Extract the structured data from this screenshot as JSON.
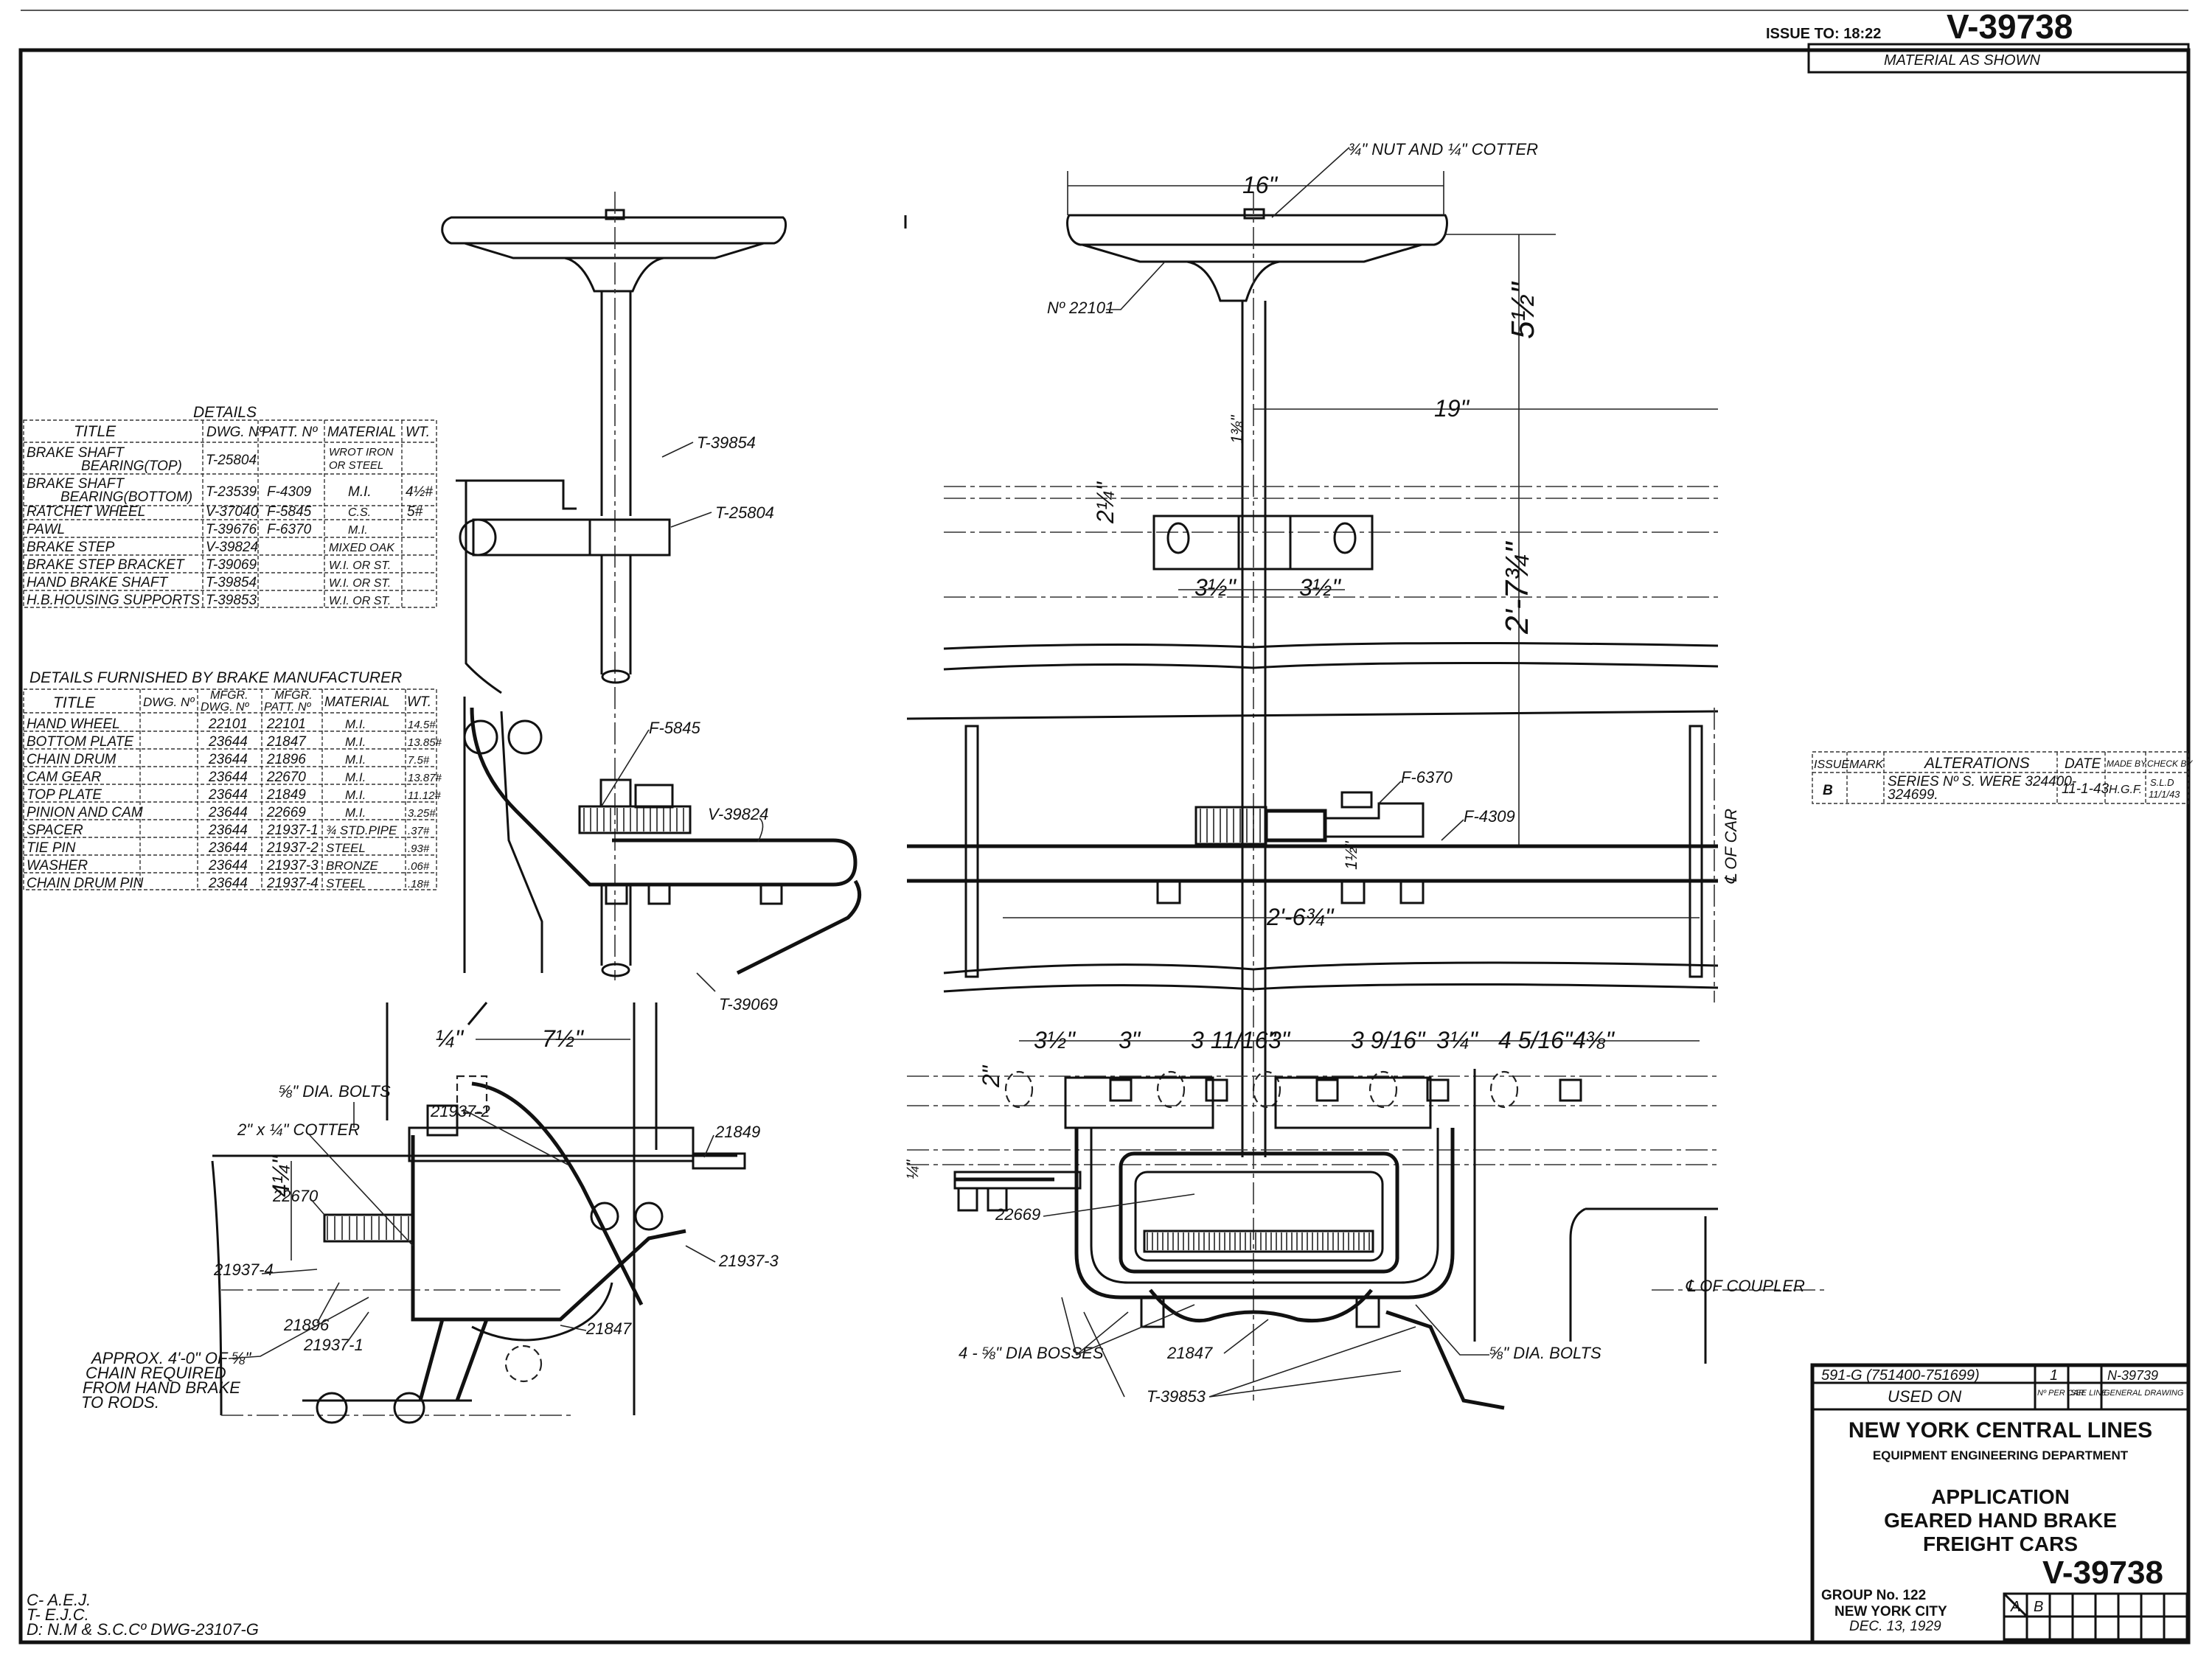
{
  "header": {
    "issue_to": "ISSUE TO: 18:22",
    "drawing_number": "V-39738",
    "material_note": "MATERIAL AS SHOWN"
  },
  "details_table": {
    "caption": "DETAILS",
    "columns": [
      "TITLE",
      "DWG. Nº",
      "PATT. Nº",
      "MATERIAL",
      "WT."
    ],
    "rows": [
      {
        "title": "BRAKE SHAFT BEARING(TOP)",
        "title_l1": "BRAKE SHAFT",
        "title_l2": "BEARING(TOP)",
        "dwg": "T-25804",
        "patt": "",
        "material": "WROT IRON OR STEEL",
        "material_l1": "WROT IRON",
        "material_l2": "OR STEEL",
        "wt": ""
      },
      {
        "title": "BRAKE SHAFT BEARING(BOTTOM)",
        "title_l1": "BRAKE SHAFT",
        "title_l2": "BEARING(BOTTOM)",
        "dwg": "T-23539",
        "patt": "F-4309",
        "material": "M.I.",
        "wt": "4½#"
      },
      {
        "title": "RATCHET WHEEL",
        "dwg": "V-37040",
        "patt": "F-5845",
        "material": "C.S.",
        "wt": "5#"
      },
      {
        "title": "PAWL",
        "dwg": "T-39676",
        "patt": "F-6370",
        "material": "M.I.",
        "wt": ""
      },
      {
        "title": "BRAKE STEP",
        "dwg": "V-39824",
        "patt": "",
        "material": "MIXED OAK",
        "wt": ""
      },
      {
        "title": "BRAKE STEP BRACKET",
        "dwg": "T-39069",
        "patt": "",
        "material": "W.I. OR ST.",
        "wt": ""
      },
      {
        "title": "HAND BRAKE SHAFT",
        "dwg": "T-39854",
        "patt": "",
        "material": "W.I. OR ST.",
        "wt": ""
      },
      {
        "title": "H.B.HOUSING SUPPORTS",
        "dwg": "T-39853",
        "patt": "",
        "material": "W.I. OR ST.",
        "wt": ""
      }
    ]
  },
  "manufacturer_table": {
    "caption": "DETAILS FURNISHED BY BRAKE MANUFACTURER",
    "columns": [
      "TITLE",
      "DWG. Nº",
      "MFGR. DWG. Nº",
      "MFGR. PATT. Nº",
      "MATERIAL",
      "WT."
    ],
    "col_mfgr_l1": "MFGR.",
    "col_dwg_l2": "DWG. Nº",
    "col_patt_l2": "PATT. Nº",
    "rows": [
      {
        "title": "HAND WHEEL",
        "dwg": "",
        "mfgr_dwg": "22101",
        "mfgr_patt": "22101",
        "material": "M.I.",
        "wt": "14.5#"
      },
      {
        "title": "BOTTOM PLATE",
        "dwg": "",
        "mfgr_dwg": "23644",
        "mfgr_patt": "21847",
        "material": "M.I.",
        "wt": "13.85#"
      },
      {
        "title": "CHAIN DRUM",
        "dwg": "",
        "mfgr_dwg": "23644",
        "mfgr_patt": "21896",
        "material": "M.I.",
        "wt": "7.5#"
      },
      {
        "title": "CAM GEAR",
        "dwg": "",
        "mfgr_dwg": "23644",
        "mfgr_patt": "22670",
        "material": "M.I.",
        "wt": "13.87#"
      },
      {
        "title": "TOP PLATE",
        "dwg": "",
        "mfgr_dwg": "23644",
        "mfgr_patt": "21849",
        "material": "M.I.",
        "wt": "11.12#"
      },
      {
        "title": "PINION AND CAM",
        "dwg": "",
        "mfgr_dwg": "23644",
        "mfgr_patt": "22669",
        "material": "M.I.",
        "wt": "3.25#"
      },
      {
        "title": "SPACER",
        "dwg": "",
        "mfgr_dwg": "23644",
        "mfgr_patt": "21937-1",
        "material": "¾ STD.PIPE",
        "wt": ".37#"
      },
      {
        "title": "TIE PIN",
        "dwg": "",
        "mfgr_dwg": "23644",
        "mfgr_patt": "21937-2",
        "material": "STEEL",
        "wt": ".93#"
      },
      {
        "title": "WASHER",
        "dwg": "",
        "mfgr_dwg": "23644",
        "mfgr_patt": "21937-3",
        "material": "BRONZE",
        "wt": ".06#"
      },
      {
        "title": "CHAIN DRUM PIN",
        "dwg": "",
        "mfgr_dwg": "23644",
        "mfgr_patt": "21937-4",
        "material": "STEEL",
        "wt": ".18#"
      }
    ]
  },
  "alterations_table": {
    "columns": [
      "ISSUE",
      "MARK",
      "ALTERATIONS",
      "DATE",
      "MADE BY",
      "CHECK BY"
    ],
    "rows": [
      {
        "issue": "B",
        "mark": "",
        "alteration": "SERIES Nº S. WERE 324400-324699.",
        "alteration_l1": "SERIES Nº S. WERE 324400-",
        "alteration_l2": "324699.",
        "date": "11-1-43",
        "made_by": "H.G.F.",
        "check_by": "S.L.D. 11/1/43",
        "check_l1": "S.L.D",
        "check_l2": "11/1/43"
      }
    ]
  },
  "title_block": {
    "used_on": "591-G (751400-751699)",
    "used_on_label": "USED ON",
    "no_per_car": "1",
    "no_per_car_label": "Nº PER CAR",
    "see_line": "",
    "see_line_label": "SEE LINE",
    "general_drawing": "N-39739",
    "general_drawing_label": "GENERAL DRAWING",
    "company": "NEW YORK CENTRAL LINES",
    "department": "EQUIPMENT ENGINEERING DEPARTMENT",
    "title_lines": [
      "APPLICATION",
      "GEARED HAND BRAKE",
      "FREIGHT CARS"
    ],
    "group": "GROUP No. 122",
    "city": "NEW YORK CITY",
    "date": "DEC. 13, 1929",
    "drawing_number": "V-39738",
    "issue_marks": [
      "A",
      "B",
      "",
      "",
      "",
      "",
      "",
      ""
    ]
  },
  "credits": [
    "C- A.E.J.",
    "T- E.J.C.",
    "D: N.M & S.C.Cº DWG-23107-G"
  ],
  "notes": {
    "chain": [
      "APPROX. 4'-0\" OF ⅝\"",
      "CHAIN REQUIRED",
      "FROM HAND BRAKE",
      "TO RODS."
    ],
    "center_of_coupler": "℄ OF COUPLER",
    "center_of_car": "℄ OF CAR",
    "nut_cotter": "¾\" NUT AND ¼\" COTTER",
    "hand_wheel_no": "Nº 22101",
    "bolts_left": "⅝\" DIA. BOLTS",
    "cotter_left": "2\" x ¼\" COTTER",
    "bosses": "4 - ⅝\" DIA BOSSES",
    "bolts_right": "⅝\" DIA. BOLTS"
  },
  "part_callouts": {
    "left_elevation": [
      "T-39854",
      "T-25804",
      "F-5845",
      "V-39824",
      "T-39069"
    ],
    "left_plan": [
      "21937-2",
      "21849",
      "22670",
      "21937-3",
      "21937-4",
      "21896",
      "21937-1",
      "21847"
    ],
    "right_view": [
      "F-6370",
      "F-4309",
      "22669",
      "21847",
      "T-39853"
    ]
  },
  "dimensions": {
    "wheel_dia": "16\"",
    "wheel_height": "5½\"",
    "shaft_offset": "19\"",
    "shaft_dia": "1⅜\"",
    "bearing_offset": "2¼\"",
    "bolt_spacing_l": "3½\"",
    "bolt_spacing_r": "3½\"",
    "bearing_to_step": "2'-7¾\"",
    "step_thickness": "1½\"",
    "step_to_center": "2'-6¾\"",
    "left_quarter": "¼\"",
    "left_seven_half": "7½\"",
    "left_four_quarter": "4¼\"",
    "right_two": "2\"",
    "right_quarter": "¼\"",
    "hole_spacing": [
      "3½\"",
      "3\"",
      "3 11/16\"",
      "3\"",
      "3 9/16\"",
      "3¼\"",
      "4 5/16\"",
      "4⅜\""
    ]
  }
}
